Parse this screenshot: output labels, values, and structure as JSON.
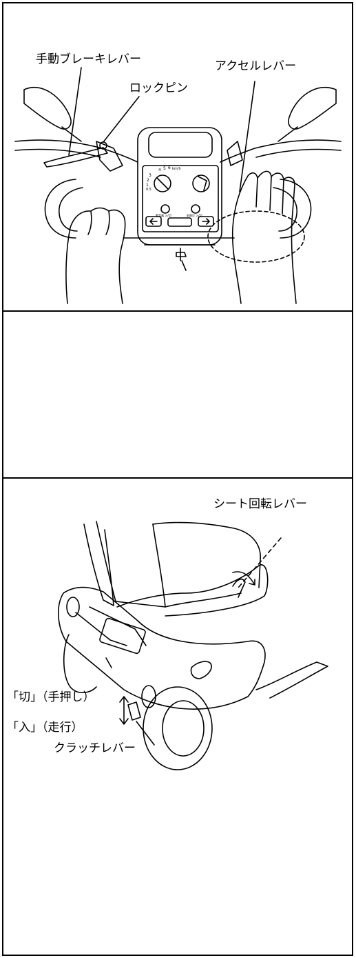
{
  "figure1": {
    "labels": {
      "manual_brake_lever": "手動ブレーキレバー",
      "lock_pin": "ロックピン",
      "accelerator_lever": "アクセルレバー"
    },
    "panel": {
      "speed_ticks": [
        "1",
        "2",
        "3",
        "4",
        "5",
        "6",
        "0.5"
      ],
      "speed_unit": "km/h",
      "caption_left": "警音器 入/切",
      "caption_right": "前照灯 入/切"
    }
  },
  "figure2": {
    "labels": {
      "seat_rotation_lever": "シート回転レバー",
      "clutch_off": "「切」（手押し）",
      "clutch_on": "「入」（走行）",
      "clutch_lever": "クラッチレバー"
    }
  }
}
